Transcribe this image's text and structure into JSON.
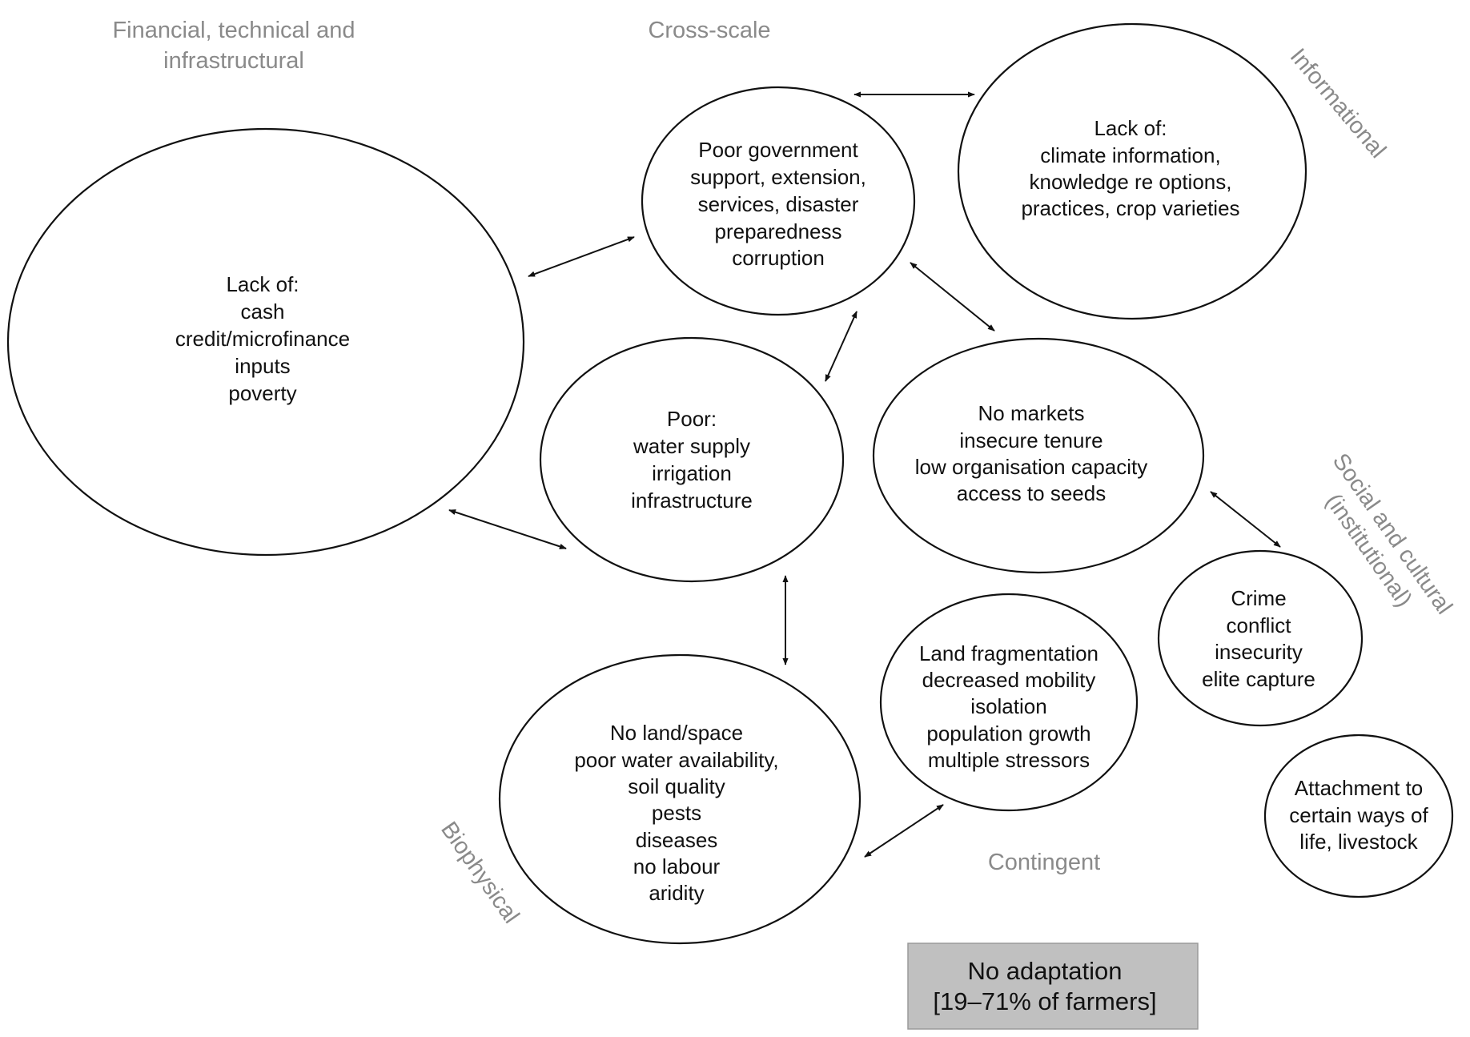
{
  "categories": {
    "financial": [
      "Financial, technical and",
      "infrastructural"
    ],
    "cross_scale": "Cross-scale",
    "informational": "Informational",
    "social_cultural": [
      "Social and cultural",
      "(institutional)"
    ],
    "biophysical": "Biophysical",
    "contingent": "Contingent"
  },
  "nodes": {
    "financial": [
      "Lack of:",
      "cash",
      "credit/microfinance",
      "inputs",
      "poverty"
    ],
    "government": [
      "Poor government",
      "support, extension,",
      "services, disaster",
      "preparedness",
      "corruption"
    ],
    "information": [
      "Lack of:",
      "climate information,",
      "knowledge re options,",
      "practices, crop varieties"
    ],
    "water": [
      "Poor:",
      "water supply",
      "irrigation",
      "infrastructure"
    ],
    "markets": [
      "No markets",
      "insecure tenure",
      "low organisation capacity",
      "access to seeds"
    ],
    "crime": [
      "Crime",
      "conflict",
      "insecurity",
      "elite capture"
    ],
    "land_fragmentation": [
      "Land fragmentation",
      "decreased mobility",
      "isolation",
      "population growth",
      "multiple stressors"
    ],
    "biophysical": [
      "No land/space",
      "poor water availability,",
      "soil quality",
      "pests",
      "diseases",
      "no labour",
      "aridity"
    ],
    "attachment": [
      "Attachment to",
      "certain ways of",
      "life, livestock"
    ]
  },
  "outcome": [
    "No adaptation",
    "[19–71% of farmers]"
  ],
  "colors": {
    "category_text": "#8a8a8a",
    "outcome_fill": "#c0c0c0",
    "stroke": "#111111"
  }
}
